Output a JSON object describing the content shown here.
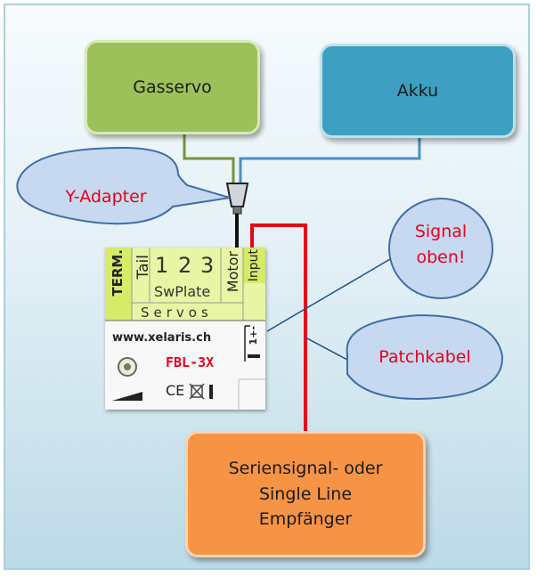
{
  "boxes": {
    "gasservo": "Gasservo",
    "akku": "Akku",
    "receiver_line1": "Seriensignal- oder",
    "receiver_line2": "Single Line",
    "receiver_line3": "Empfänger"
  },
  "callouts": {
    "y_adapter": "Y-Adapter",
    "signal_line1": "Signal",
    "signal_line2": "oben!",
    "patchkabel": "Patchkabel"
  },
  "device": {
    "term": "TERM.",
    "tail": "Tail",
    "ch1": "1",
    "ch2": "2",
    "ch3": "3",
    "motor": "Motor",
    "input": "Input",
    "swplate": "SwPlate",
    "servos": "Servos",
    "website": "www.xelaris.ch",
    "model": "FBL-3X",
    "input_pins": "1+-",
    "ce_mark": "CE"
  },
  "colors": {
    "gasservo_fill": "#9dc15a",
    "akku_fill": "#3da0c2",
    "receiver_fill": "#f79345",
    "callout_fill": "#c6d9f1",
    "callout_text": "#e8001c",
    "signal_wire": "#e8001c",
    "gas_wire": "#77933c",
    "akku_wire": "#4a8fc8",
    "device_header": "#e7f5a4"
  }
}
